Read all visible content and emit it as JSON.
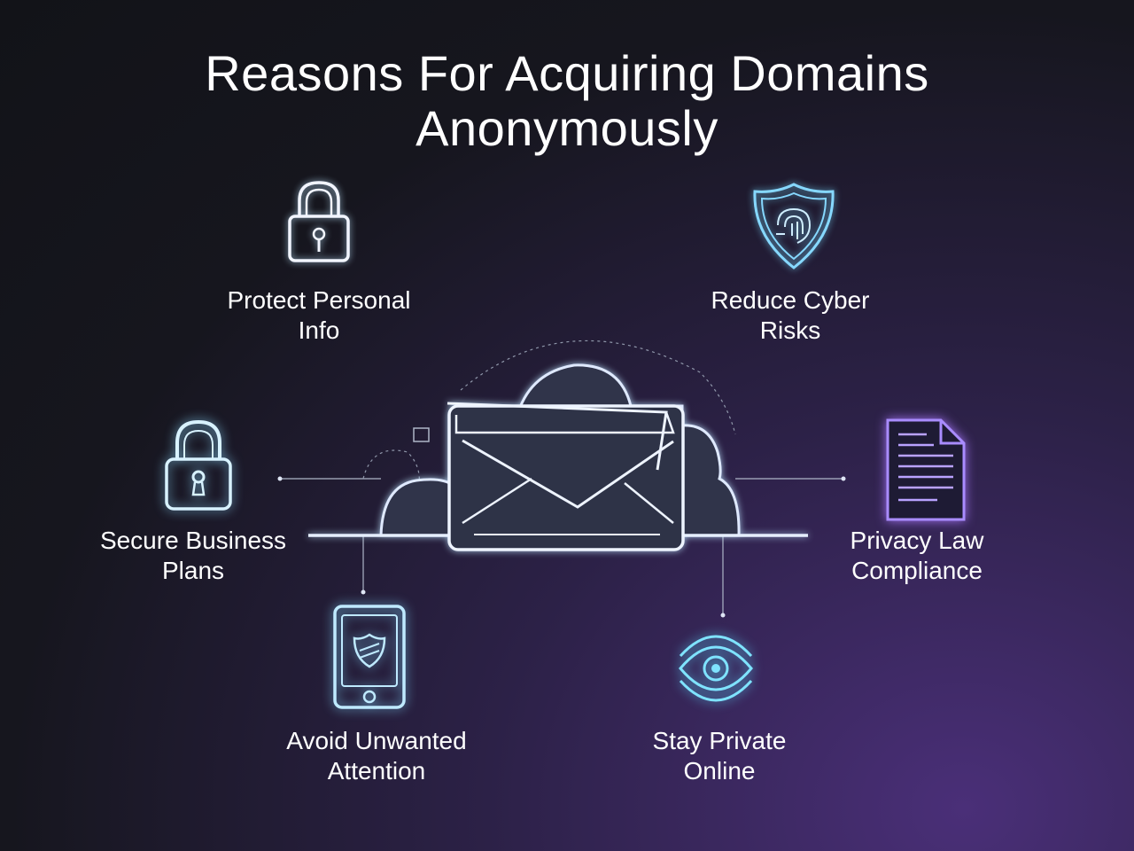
{
  "title": {
    "line1": "Reasons For Acquiring Domains",
    "line2": "Anonymously"
  },
  "items": [
    {
      "line1": "Protect Personal",
      "line2": "Info",
      "icon": "padlock-icon"
    },
    {
      "line1": "Reduce Cyber",
      "line2": "Risks",
      "icon": "shield-icon"
    },
    {
      "line1": "Secure Business",
      "line2": "Plans",
      "icon": "keyhole-lock-icon"
    },
    {
      "line1": "Privacy Law",
      "line2": "Compliance",
      "icon": "document-icon"
    },
    {
      "line1": "Avoid Unwanted",
      "line2": "Attention",
      "icon": "smartphone-shield-icon"
    },
    {
      "line1": "Stay Private",
      "line2": "Online",
      "icon": "eye-icon"
    }
  ],
  "center": {
    "icon": "cloud-envelope-icon"
  },
  "colors": {
    "background_dark": "#121318",
    "background_purple": "#4a2f78",
    "line": "#c9cfe0",
    "accent_cyan": "#7fdcff",
    "accent_purple": "#8a5cff"
  }
}
